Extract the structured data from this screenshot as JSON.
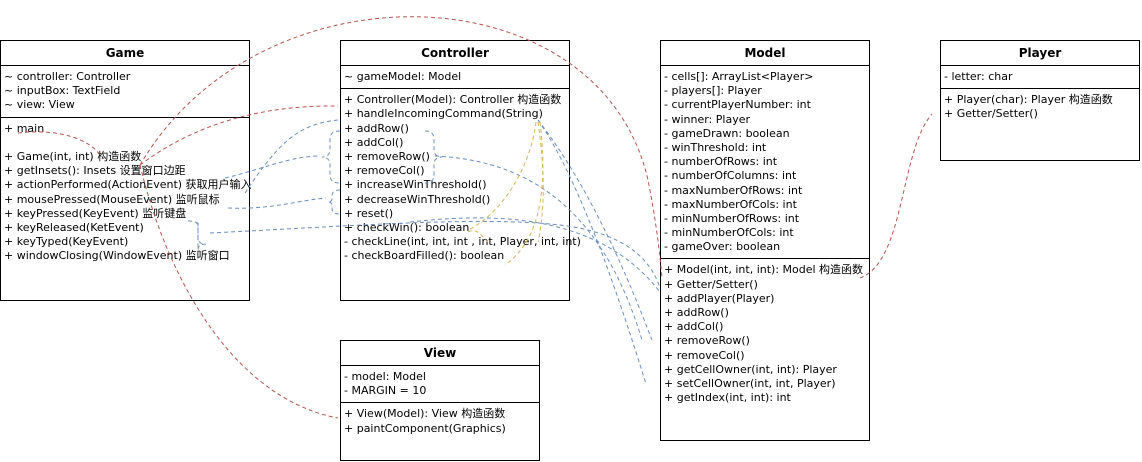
{
  "colors": {
    "relation_red": "#b85450",
    "relation_blue": "#6c8ebf",
    "relation_gold": "#d6b656"
  },
  "game": {
    "title": "Game",
    "fields": [
      "~ controller: Controller",
      "~ inputBox: TextField",
      "~ view: View"
    ],
    "methods": [
      "+ main",
      "",
      "+ Game(int, int) 构造函数",
      "+ getInsets(): Insets 设置窗口边距",
      "+ actionPerformed(ActionEvent) 获取用户输入",
      "+ mousePressed(MouseEvent) 监听鼠标",
      "+ keyPressed(KeyEvent) 监听键盘",
      "+ keyReleased(KetEvent)",
      "+ keyTyped(KeyEvent)",
      "+ windowClosing(WindowEvent) 监听窗口"
    ]
  },
  "controller": {
    "title": "Controller",
    "fields": [
      "~ gameModel: Model"
    ],
    "methods": [
      "+ Controller(Model): Controller 构造函数",
      "+ handleIncomingCommand(String)",
      "+ addRow()",
      "+ addCol()",
      "+ removeRow()",
      "+ removeCol()",
      "+ increaseWinThreshold()",
      "+ decreaseWinThreshold()",
      "+ reset()",
      "+ checkWin(): boolean",
      "- checkLine(int, int, int , int, Player, int, int)",
      "- checkBoardFilled(): boolean"
    ]
  },
  "model": {
    "title": "Model",
    "fields": [
      "- cells[]: ArrayList<Player>",
      "- players[]: Player",
      "- currentPlayerNumber: int",
      "- winner: Player",
      "- gameDrawn: boolean",
      "- winThreshold: int",
      "- numberOfRows: int",
      "- numberOfColumns: int",
      "- maxNumberOfRows: int",
      "- maxNumberOfCols: int",
      "- minNumberOfRows: int",
      "- minNumberOfCols: int",
      "- gameOver: boolean"
    ],
    "methods": [
      "+ Model(int, int, int): Model 构造函数",
      "+ Getter/Setter()",
      "+ addPlayer(Player)",
      "+ addRow()",
      "+ addCol()",
      "+ removeRow()",
      "+ removeCol()",
      "+ getCellOwner(int, int): Player",
      "+ setCellOwner(int, int, Player)",
      "+ getIndex(int, int): int"
    ]
  },
  "player": {
    "title": "Player",
    "fields": [
      "- letter: char"
    ],
    "methods": [
      "+ Player(char): Player 构造函数",
      "+ Getter/Setter()"
    ]
  },
  "view": {
    "title": "View",
    "fields": [
      "- model: Model",
      "- MARGIN = 10"
    ],
    "methods": [
      "+ View(Model): View 构造函数",
      "+ paintComponent(Graphics)"
    ]
  }
}
